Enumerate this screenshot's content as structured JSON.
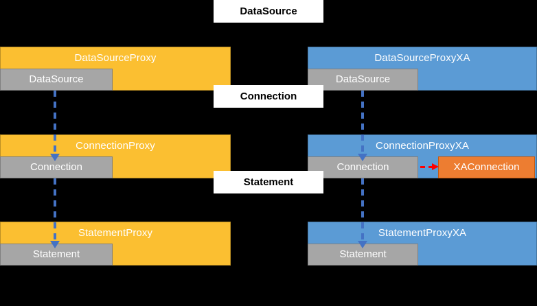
{
  "diagram": {
    "background_color": "#000000",
    "palette": {
      "proxy_left": "#FBBF31",
      "proxy_right": "#5B9BD5",
      "interface_box": "#A6A6A6",
      "xa_box": "#ED7D31",
      "label_box": "#FFFFFF",
      "arrow_blue": "#4472C4",
      "arrow_red": "#FF0000"
    },
    "interface_labels": [
      {
        "text": "DataSource"
      },
      {
        "text": "Connection"
      },
      {
        "text": "Statement"
      }
    ],
    "rows": [
      {
        "left": {
          "title": "DataSourceProxy",
          "inner": "DataSource"
        },
        "right": {
          "title": "DataSourceProxyXA",
          "inner": "DataSource"
        }
      },
      {
        "left": {
          "title": "ConnectionProxy",
          "inner": "Connection"
        },
        "right": {
          "title": "ConnectionProxyXA",
          "inner": "Connection",
          "extra": "XAConnection"
        }
      },
      {
        "left": {
          "title": "StatementProxy",
          "inner": "Statement"
        },
        "right": {
          "title": "StatementProxyXA",
          "inner": "Statement"
        }
      }
    ]
  }
}
